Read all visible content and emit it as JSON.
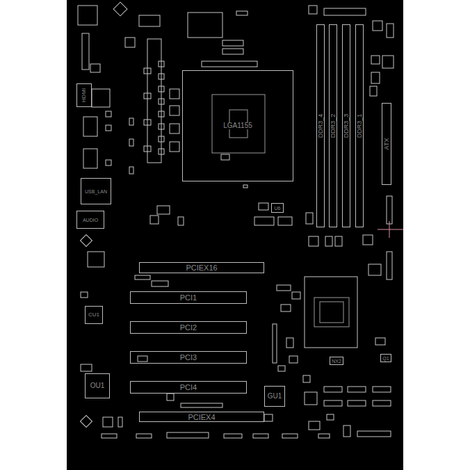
{
  "diagram": {
    "nodes": [
      {
        "text": [
          "HDMI"
        ]
      },
      {
        "text": [
          "USB_LAN"
        ]
      },
      {
        "text": [
          "AUDIO"
        ]
      },
      {
        "text": [
          "LGA1155"
        ]
      },
      {
        "text": [
          "DDR3_4"
        ]
      },
      {
        "text": [
          "DDR3_2"
        ]
      },
      {
        "text": [
          "DDR3_3"
        ]
      },
      {
        "text": [
          "DDR3_1"
        ]
      },
      {
        "text": [
          "ATX"
        ]
      },
      {
        "text": [
          "PCIEX16"
        ]
      },
      {
        "text": [
          "PCI1"
        ]
      },
      {
        "text": [
          "PCI2"
        ]
      },
      {
        "text": [
          "PCI3"
        ]
      },
      {
        "text": [
          "PCI4"
        ]
      },
      {
        "text": [
          "PCIEX4"
        ]
      },
      {
        "text": [
          "CU1"
        ]
      },
      {
        "text": [
          "OU1"
        ]
      },
      {
        "text": [
          "GU1"
        ]
      },
      {
        "text": [
          "U6"
        ]
      },
      {
        "text": [
          "NX2"
        ]
      },
      {
        "text": [
          "Q1"
        ]
      }
    ]
  }
}
